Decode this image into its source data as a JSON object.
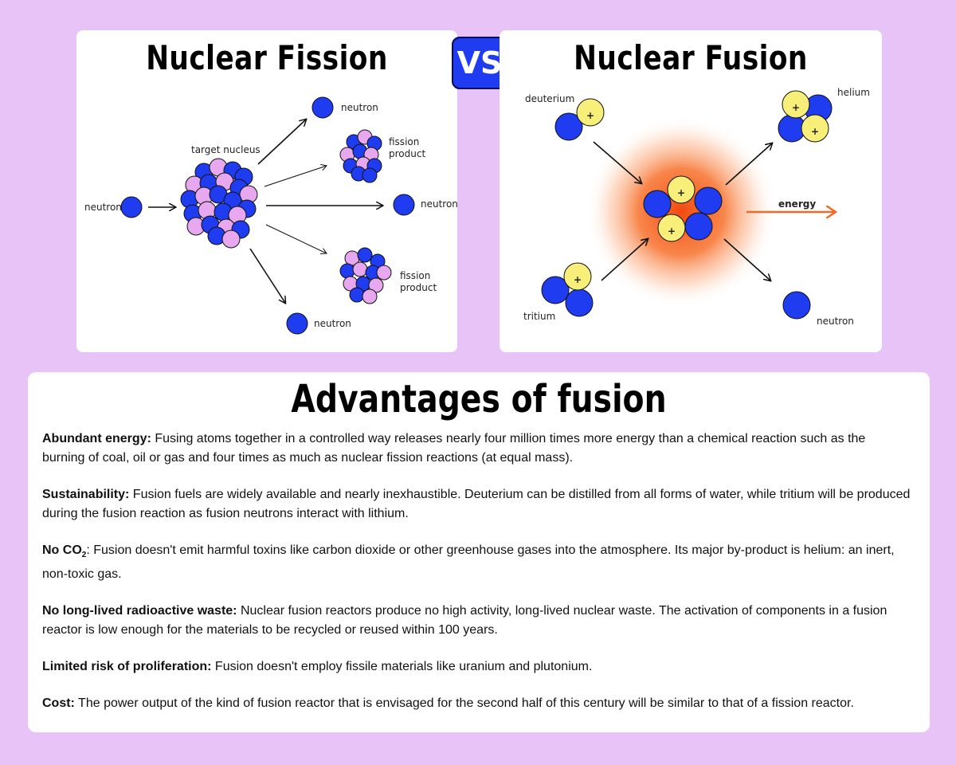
{
  "fission": {
    "title": "Nuclear Fission",
    "labels": {
      "neutron_in": "neutron",
      "target": "target nucleus",
      "neutron_top": "neutron",
      "product_top": "fission product",
      "neutron_mid": "neutron",
      "product_bottom": "fission product",
      "neutron_bottom": "neutron"
    }
  },
  "vs": "VS",
  "fusion": {
    "title": "Nuclear Fusion",
    "labels": {
      "deuterium": "deuterium",
      "tritium": "tritium",
      "helium": "helium",
      "energy": "energy",
      "neutron": "neutron"
    }
  },
  "colors": {
    "background": "#e8c3f7",
    "neutron_blue": "#1f3cf0",
    "proton_pink": "#e7a8ef",
    "proton_yellow": "#f7ef7a",
    "energy_orange": "#f26a2a",
    "vs_badge": "#1f3cf0"
  },
  "advantages": {
    "title": "Advantages of fusion",
    "items": [
      {
        "heading": "Abundant energy:",
        "text": " Fusing atoms together in a controlled way releases nearly four million times more energy than a chemical reaction such as the burning of coal, oil or gas and four times as much as nuclear fission reactions (at equal mass)."
      },
      {
        "heading": "Sustainability:",
        "text": " Fusion fuels are widely available and nearly inexhaustible. Deuterium can be distilled from all forms of water, while tritium will be produced during the fusion reaction as fusion neutrons interact with lithium."
      },
      {
        "heading": "No CO",
        "sub": "2",
        "text": ": Fusion doesn't emit harmful toxins like carbon dioxide or other greenhouse gases into the atmosphere. Its major by-product is helium: an inert, non-toxic gas."
      },
      {
        "heading": "No long-lived radioactive waste:",
        "text": " Nuclear fusion reactors produce no high activity, long-lived nuclear waste. The activation of components in a fusion reactor is low enough for the materials to be recycled or reused within 100 years."
      },
      {
        "heading": "Limited risk of proliferation:",
        "text": " Fusion doesn't employ fissile materials like uranium and plutonium."
      },
      {
        "heading": "Cost:",
        "text": " The power output of the kind of fusion reactor that is envisaged for the second half of this century will be similar to that of a fission reactor."
      }
    ]
  }
}
